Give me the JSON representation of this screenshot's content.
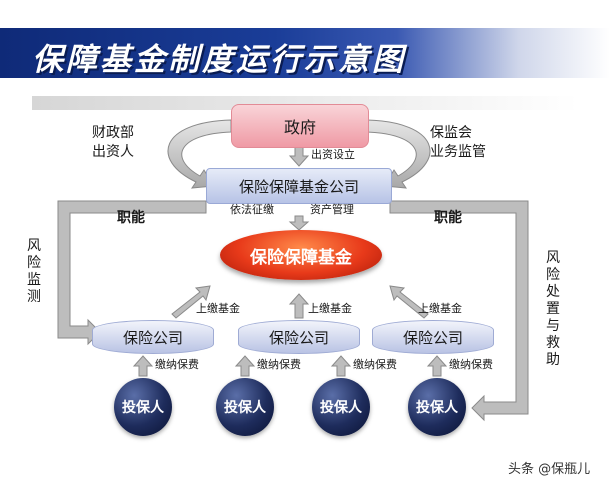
{
  "title": "保障基金制度运行示意图",
  "government": "政府",
  "left_top_label": "财政部\n出资人",
  "right_top_label": "保监会\n业务监管",
  "gov_arrow_label": "出资设立",
  "fund_company": "保险保障基金公司",
  "collect_label": "依法征缴",
  "manage_label": "资产管理",
  "fund": "保险保障基金",
  "left_duty": "职能",
  "right_duty": "职能",
  "left_side": "风险监测",
  "right_side": "风险处置与救助",
  "remit_label": "上缴基金",
  "pay_label": "缴纳保费",
  "insurer": "保险公司",
  "policyholder": "投保人",
  "watermark": "头条 @保瓶儿",
  "colors": {
    "banner": "#1a3d98",
    "fund": "#e83a1a",
    "government": "#ef9aa5",
    "sphere": "#1e2c5c"
  }
}
